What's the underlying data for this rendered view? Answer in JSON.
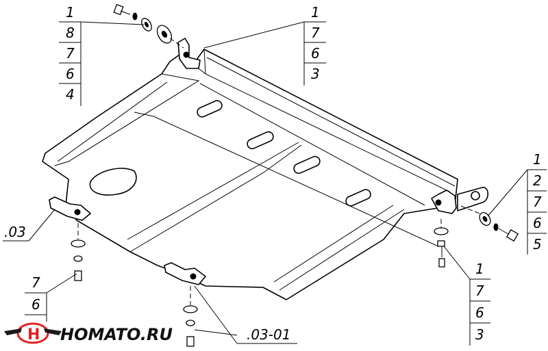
{
  "callouts": {
    "top_left": [
      "1",
      "8",
      "7",
      "6",
      "4"
    ],
    "top_right": [
      "1",
      "7",
      "6",
      "3"
    ],
    "right": [
      "1",
      "2",
      "7",
      "6",
      "5"
    ],
    "bottom_right": [
      "1",
      "7",
      "6",
      "3"
    ],
    "bottom_left": [
      "7",
      "6"
    ]
  },
  "part_labels": {
    "left_part": ".03",
    "bottom_part": ".03-01"
  },
  "logo": {
    "text": "HOMATO.RU",
    "colors": {
      "red": "#e32222",
      "dark": "#1a1a1a"
    }
  }
}
